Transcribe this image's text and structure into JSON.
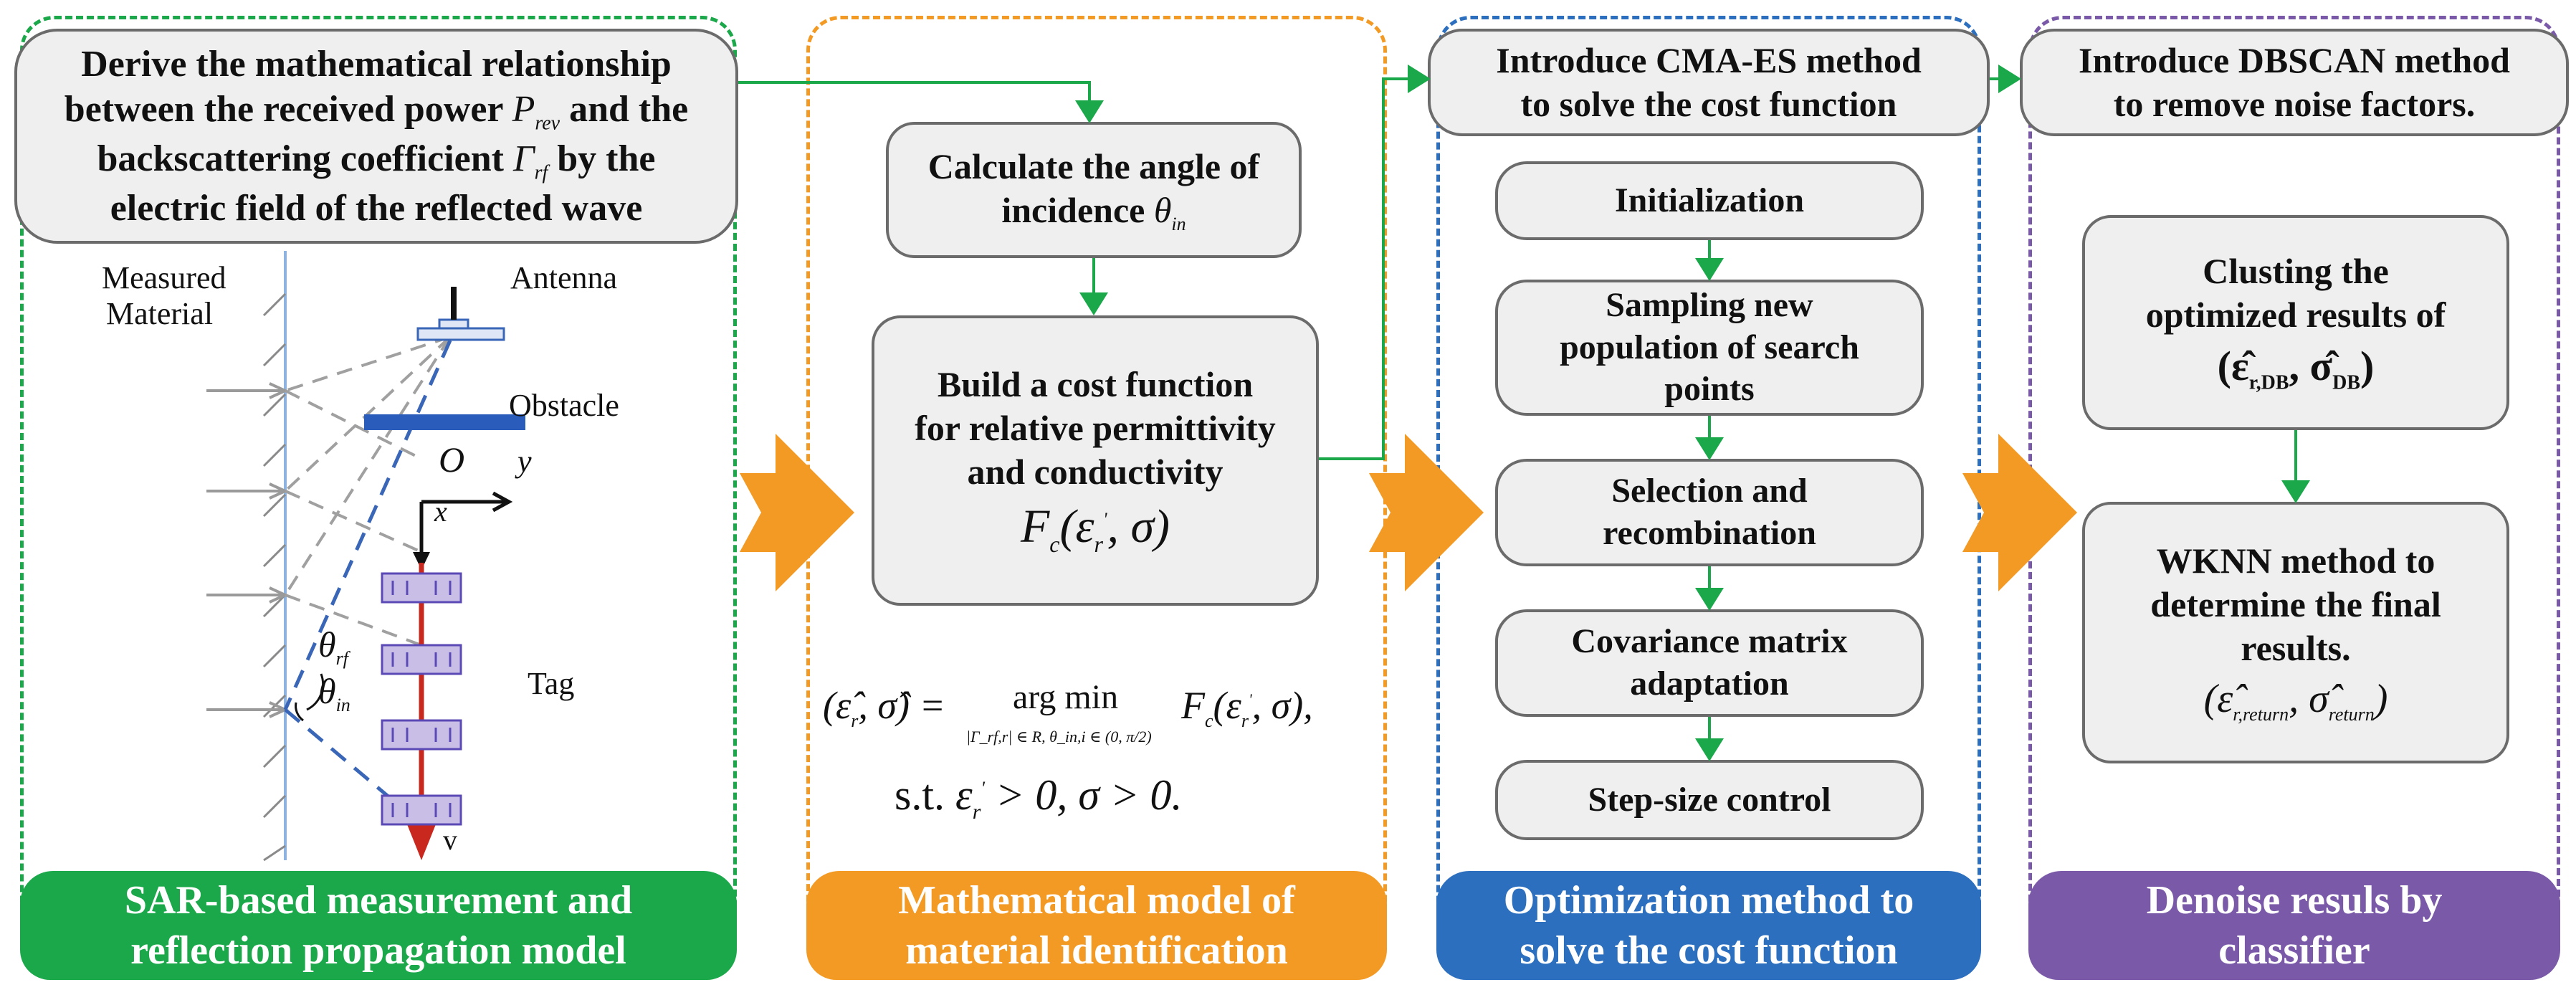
{
  "colors": {
    "green": "#1aa84a",
    "orange": "#f39a24",
    "blue": "#2c6fbf",
    "purple": "#7a5aa8",
    "dblue": "#3a66b8"
  },
  "panel1": {
    "header": "Derive the mathematical relationship between the received power P_rev and the backscattering coefficient Γ_rf by the electric field of the reflected wave",
    "header_line1": "Derive the mathematical relationship",
    "header_line2a": "between the received power ",
    "header_sym1": "P",
    "header_sym1_sub": "rev",
    "header_line2b": " and the",
    "header_line3a": "backscattering coefficient ",
    "header_sym2": "Γ",
    "header_sym2_sub": "rf",
    "header_line3b": " by the",
    "header_line4": "electric field of the reflected wave",
    "labels": {
      "measured": "Measured",
      "material": "Material",
      "antenna": "Antenna",
      "obstacle": "Obstacle",
      "origin": "O",
      "yaxis": "y",
      "xaxis": "x",
      "theta": "θ",
      "rf": "rf",
      "in": "in",
      "tag": "Tag",
      "v": "v"
    },
    "banner": "SAR-based measurement and reflection propagation model",
    "banner_line1": "SAR-based measurement and",
    "banner_line2": "reflection propagation model"
  },
  "panel2": {
    "box1_line1": "Calculate the angle of",
    "box1_line2": "incidence ",
    "box1_sym": "θ",
    "box1_sub": "in",
    "box2_line1": "Build a cost function",
    "box2_line2": "for relative permittivity",
    "box2_line3": "and conductivity",
    "box2_formula": "F_c(ε'_r, σ)",
    "eq_lhs": "(ε̂_r, σ̂) =",
    "eq_op": "arg min",
    "eq_constraint": "|Γ_rf,r| ∈ R, θ_in,i ∈ (0, π/2)",
    "eq_rhs": "F_c(ε'_r, σ),",
    "eq_st": "s.t. ε'_r > 0, σ > 0.",
    "banner_line1": "Mathematical model of",
    "banner_line2": "material identification"
  },
  "panel3": {
    "header_line1": "Introduce CMA-ES method",
    "header_line2": "to solve the cost function",
    "steps": [
      "Initialization",
      "Sampling new population of search points",
      "Selection and recombination",
      "Covariance matrix adaptation",
      "Step-size control"
    ],
    "step2_line1": "Sampling new",
    "step2_line2": "population of search",
    "step2_line3": "points",
    "step3_line1": "Selection and",
    "step3_line2": "recombination",
    "step4_line1": "Covariance matrix",
    "step4_line2": "adaptation",
    "banner_line1": "Optimization method to",
    "banner_line2": "solve the cost function"
  },
  "panel4": {
    "header_line1": "Introduce DBSCAN method",
    "header_line2": "to remove noise factors.",
    "box1_line1": "Clusting the",
    "box1_line2": "optimized results of",
    "box1_formula": "(ε̂_r,DB, σ̂_DB)",
    "box2_line1": "WKNN method to",
    "box2_line2": "determine the final",
    "box2_line3": "results.",
    "box2_formula": "(ε̂_r,return, σ̂_return)",
    "banner_line1": "Denoise resuls by",
    "banner_line2": "classifier"
  }
}
